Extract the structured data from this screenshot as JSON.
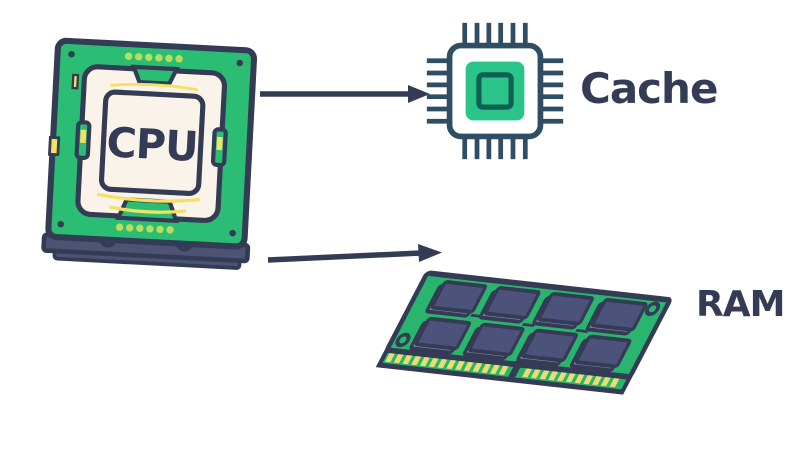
{
  "title": "CPU, Cache and RAM diagram",
  "background": "#ffffff",
  "labels": {
    "cpu": "CPU",
    "cache": "Cache",
    "ram": "RAM"
  },
  "icons": {
    "cpu": "cpu-processor-illustration",
    "cache": "microchip-icon",
    "ram": "memory-module-illustration",
    "arrow_cpu_to_cache": "right-arrow",
    "arrow_cpu_to_ram": "right-arrow"
  },
  "colors": {
    "bg": "#ffffff",
    "ink": "#343b54",
    "board-green": "#2cbd74",
    "pcb-green": "#2ab56e",
    "mint": "#2ac489",
    "teal-dark": "#0e6055",
    "cache-ink": "#2f4d63",
    "cream": "#faf3e9",
    "yellow": "#f2e164",
    "lime": "#b7de5d",
    "slate": "#4d5372",
    "chip-top": "#4d527b",
    "chip-side": "#888cab",
    "pin-yellow": "#eddc74"
  }
}
